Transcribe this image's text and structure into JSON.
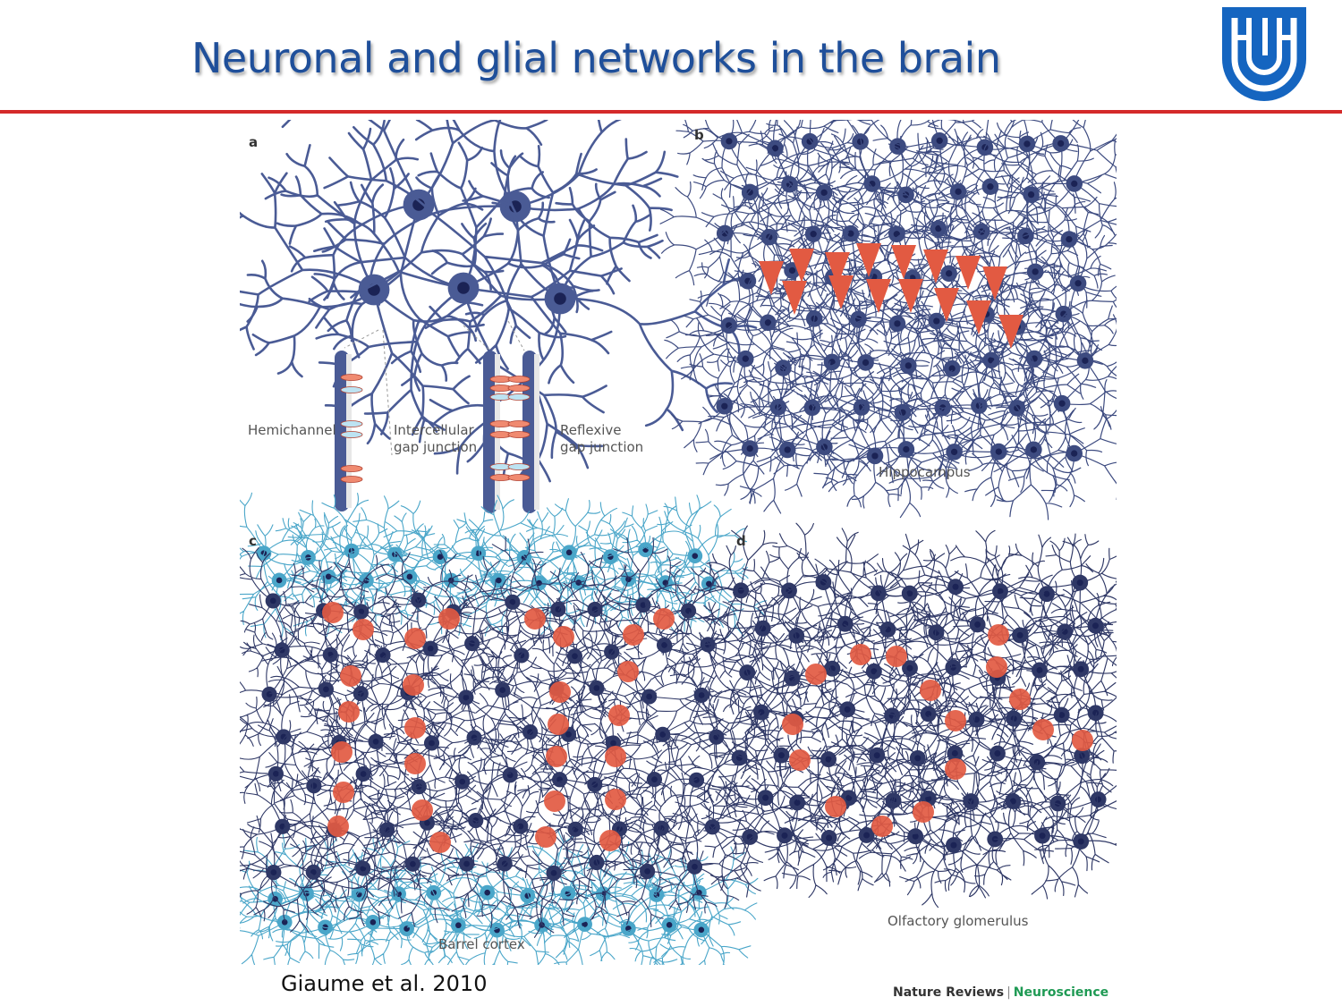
{
  "title": "Neuronal and glial networks in the brain",
  "logo": {
    "icon": "university-logo",
    "color": "#1565c0"
  },
  "colors": {
    "title": "#1f4f9a",
    "rule": "#d42a2a",
    "cell": "#3f4f8f",
    "cell_light": "#4aa6c9",
    "neuron": "#e25a42"
  },
  "figure": {
    "panel_a": {
      "letter": "a",
      "labels": {
        "hemichannel": "Hemichannel",
        "intercellular_1": "Intercellular",
        "intercellular_2": "gap junction",
        "reflexive_1": "Reflexive",
        "reflexive_2": "gap junction"
      }
    },
    "panel_b": {
      "letter": "b",
      "caption": "Hippocampus"
    },
    "panel_c": {
      "letter": "c",
      "caption": "Barrel cortex"
    },
    "panel_d": {
      "letter": "d",
      "caption": "Olfactory glomerulus"
    }
  },
  "citation": "Giaume et al. 2010",
  "journal": {
    "name": "Nature Reviews",
    "separator": "|",
    "section": "Neuroscience"
  }
}
